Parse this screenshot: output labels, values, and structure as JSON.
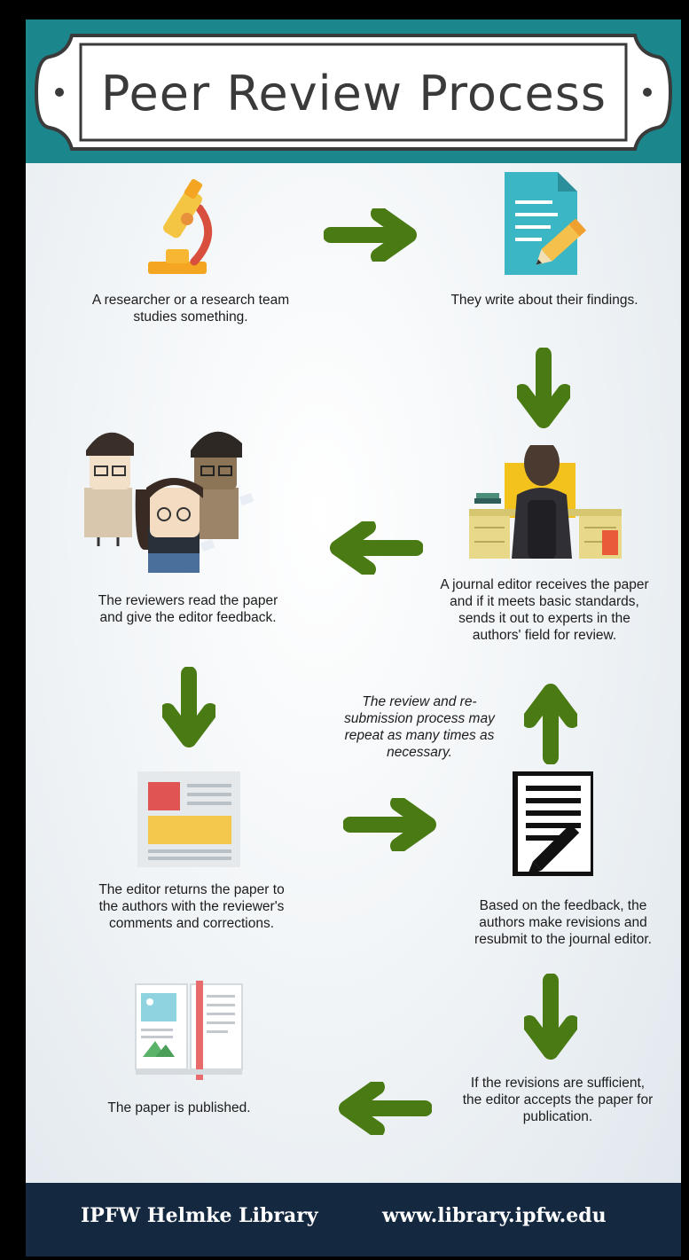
{
  "title": "Peer Review Process",
  "steps": [
    {
      "text": "A researcher or a research team studies something.",
      "icon": "microscope-icon"
    },
    {
      "text": "They write about their findings.",
      "icon": "document-pencil-icon"
    },
    {
      "text": "A journal editor receives the paper and if it meets basic standards, sends it out to experts in the authors' field for review.",
      "icon": "editor-at-desk-icon"
    },
    {
      "text": "The reviewers read the paper and give the editor feedback.",
      "icon": "reviewers-icon"
    },
    {
      "text": "The editor returns the paper to the authors with the reviewer's comments and corrections.",
      "icon": "marked-paper-icon"
    },
    {
      "text": "Based on the feedback, the authors make revisions and resubmit to the journal editor.",
      "icon": "revision-document-icon"
    },
    {
      "text": "If the revisions are sufficient, the editor accepts the paper for publication.",
      "icon": ""
    },
    {
      "text": "The paper is published.",
      "icon": "open-book-icon"
    }
  ],
  "note": "The review and re-submission process may repeat as many times as necessary.",
  "footer": {
    "library": "IPFW Helmke Library",
    "url": "www.library.ipfw.edu"
  },
  "colors": {
    "header": "#1b868c",
    "arrow": "#4a7a14",
    "footer": "#142840"
  }
}
